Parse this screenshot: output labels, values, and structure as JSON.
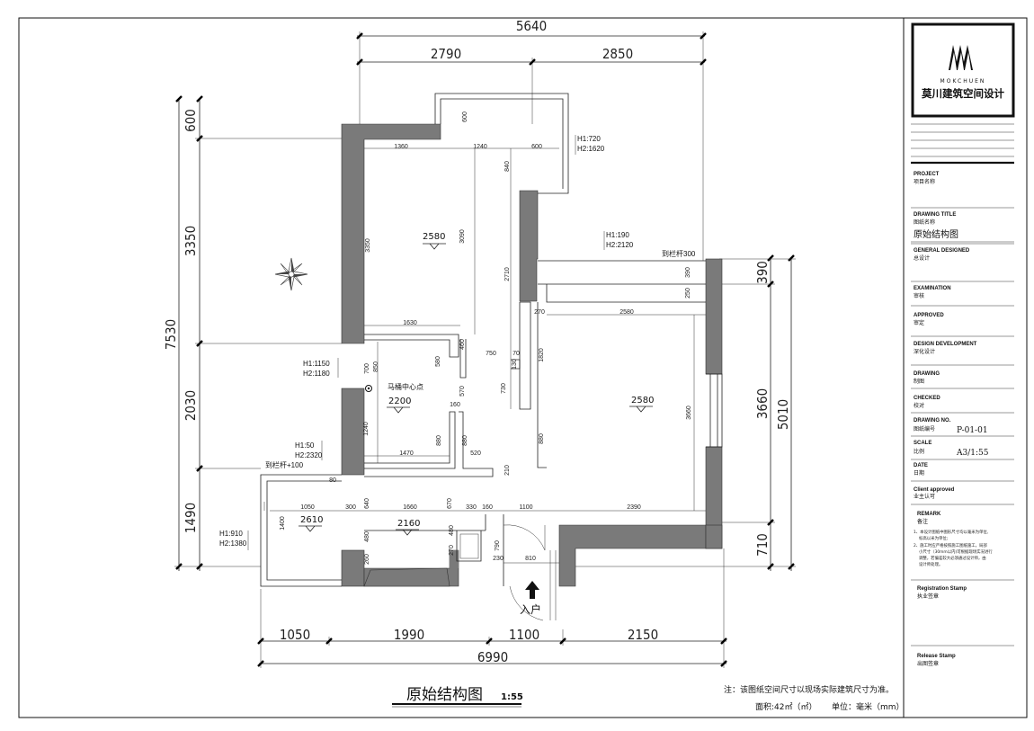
{
  "drawing": {
    "title": "原始结构图",
    "scale_label": "1:55",
    "note": "注：该图纸空间尺寸以现场实际建筑尺寸为准。",
    "area": "面积:42㎡（㎡）",
    "unit": "单位：毫米（mm）",
    "entrance": "入户",
    "toilet_center": "马桶中心点",
    "compass_icon": "compass-rose-icon"
  },
  "dims_outer": {
    "top_total": "5640",
    "top_a": "2790",
    "top_b": "2850",
    "left_total": "7530",
    "left_a": "600",
    "left_b": "3350",
    "left_c": "2030",
    "left_d": "1490",
    "right_total": "5010",
    "right_a": "390",
    "right_b": "3660",
    "right_c": "710",
    "bottom_total": "6990",
    "bottom_a": "1050",
    "bottom_b": "1990",
    "bottom_c": "1100",
    "bottom_d": "2150"
  },
  "dims_inner": {
    "d1360": "1360",
    "d1240": "1240",
    "d600a": "600",
    "d600b": "600",
    "d840": "840",
    "d3350": "3350",
    "d3090": "3090",
    "d2710": "2710",
    "d390": "390",
    "d250": "250",
    "d270": "270",
    "d2580": "2580",
    "d1820": "1820",
    "d730": "730",
    "d3660": "3660",
    "d880a": "880",
    "d1630": "1630",
    "d460": "460",
    "d580": "580",
    "d700": "700",
    "d850": "850",
    "d570": "570",
    "d750": "750",
    "d70": "70",
    "d130": "130",
    "d1240b": "1240",
    "d880b": "880",
    "d880c": "880",
    "d160": "160",
    "d1470": "1470",
    "d520": "520",
    "d210": "210",
    "d80": "80",
    "d1050": "1050",
    "d300": "300",
    "d1660": "1660",
    "d330": "330",
    "d160b": "160",
    "d1100": "1100",
    "d2390": "2390",
    "d1400": "1400",
    "d640": "640",
    "d670": "670",
    "d480": "480",
    "d260": "260",
    "d270b": "270",
    "d790": "790",
    "d230": "230",
    "d810": "810",
    "d480b": "480"
  },
  "heights": {
    "room_a": "2580",
    "room_b": "2580",
    "room_c": "2200",
    "room_d": "2610",
    "room_e": "2160"
  },
  "window_notes": {
    "w1_h1": "H1:720",
    "w1_h2": "H2:1620",
    "w2_h1": "H1:190",
    "w2_h2": "H2:2120",
    "w2_rail": "到栏杆300",
    "w3_h1": "H1:1150",
    "w3_h2": "H2:1180",
    "w4_h1": "H1:50",
    "w4_h2": "H2:2320",
    "w4_rail": "到栏杆+100",
    "w5_h1": "H1:910",
    "w5_h2": "H2:1380"
  },
  "title_block": {
    "logo_icon": "mokchuen-logo-icon",
    "brand_en": "MOKCHUEN",
    "brand_cn": "莫川建筑空间设计",
    "project_en": "PROJECT",
    "project_cn": "项目名称",
    "drawing_title_en": "DRAWING TITLE",
    "drawing_title_cn": "图纸名称",
    "drawing_title_value": "原始结构图",
    "general_en": "GENERAL  DESIGNED",
    "general_cn": "总设计",
    "exam_en": "EXAMINATION",
    "exam_cn": "审核",
    "approved_en": "APPROVED",
    "approved_cn": "审定",
    "dev_en": "DESIGN DEVELOPMENT",
    "dev_cn": "深化设计",
    "drawing_en": "DRAWING",
    "drawing_cn": "制图",
    "checked_en": "CHECKED",
    "checked_cn": "校对",
    "no_en": "DRAWING NO.",
    "no_cn": "图纸编号",
    "no_value": "P-01-01",
    "scale_en": "SCALE",
    "scale_cn": "比例",
    "scale_value": "A3/1:55",
    "date_en": "DATE",
    "date_cn": "日期",
    "client_en": "Client approved",
    "client_cn": "业主认可",
    "remark_en": "REMARK",
    "remark_cn": "备注",
    "remark_1": "1、本设计图纸中图形尺寸均以毫米为单位,",
    "remark_1b": "标高以米为单位;",
    "remark_2": "2、施工时应严格按照施工图纸施工，局部",
    "remark_2b": "小尺寸（30mm以内)可根据现场实况进行",
    "remark_2c": "调整，若偏差较大必须通过设计师，由",
    "remark_2d": "设计师处理。",
    "reg_en": "Registration Stamp",
    "reg_cn": "执业签章",
    "release_en": "Release Stamp",
    "release_cn": "出图签章"
  }
}
